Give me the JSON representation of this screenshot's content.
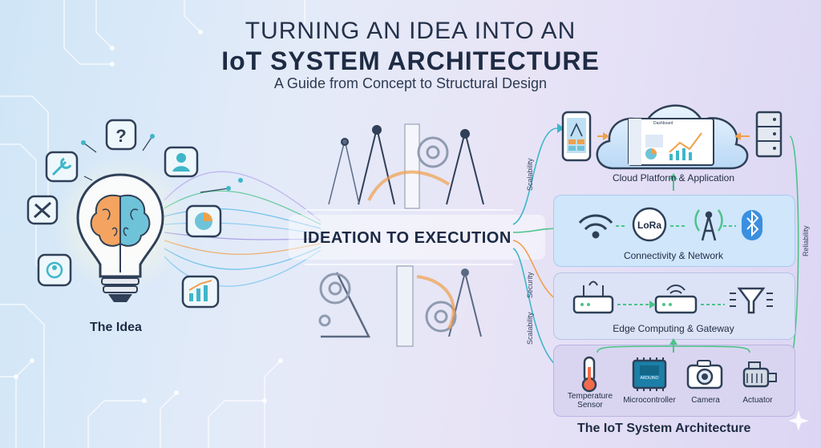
{
  "header": {
    "title_line1": "TURNING AN IDEA INTO AN",
    "title_line2": "IoT SYSTEM ARCHITECTURE",
    "subtitle": "A Guide from Concept to Structural Design"
  },
  "center": {
    "banner": "IDEATION TO EXECUTION"
  },
  "idea": {
    "label": "The Idea"
  },
  "architecture": {
    "title": "The IoT System Architecture",
    "layers": {
      "cloud": "Cloud Platform & Application",
      "connectivity": "Connectivity & Network",
      "edge": "Edge Computing & Gateway"
    },
    "devices": {
      "temperature_line1": "Temperature",
      "temperature_line2": "Sensor",
      "microcontroller": "Microcontroller",
      "camera": "Camera",
      "actuator": "Actuator"
    },
    "lora_label": "LoRa",
    "dashboard_label": "Dashboard",
    "board_label": "ARDUINO"
  },
  "side_labels": {
    "scalability_top": "Scalability",
    "security": "Security",
    "scalability_bottom": "Scalability",
    "reliability": "Reliability"
  },
  "colors": {
    "accent_cyan": "#3fb6c9",
    "accent_orange": "#f0a04b",
    "accent_green": "#4cc38a",
    "dark_navy": "#1f2c45"
  }
}
